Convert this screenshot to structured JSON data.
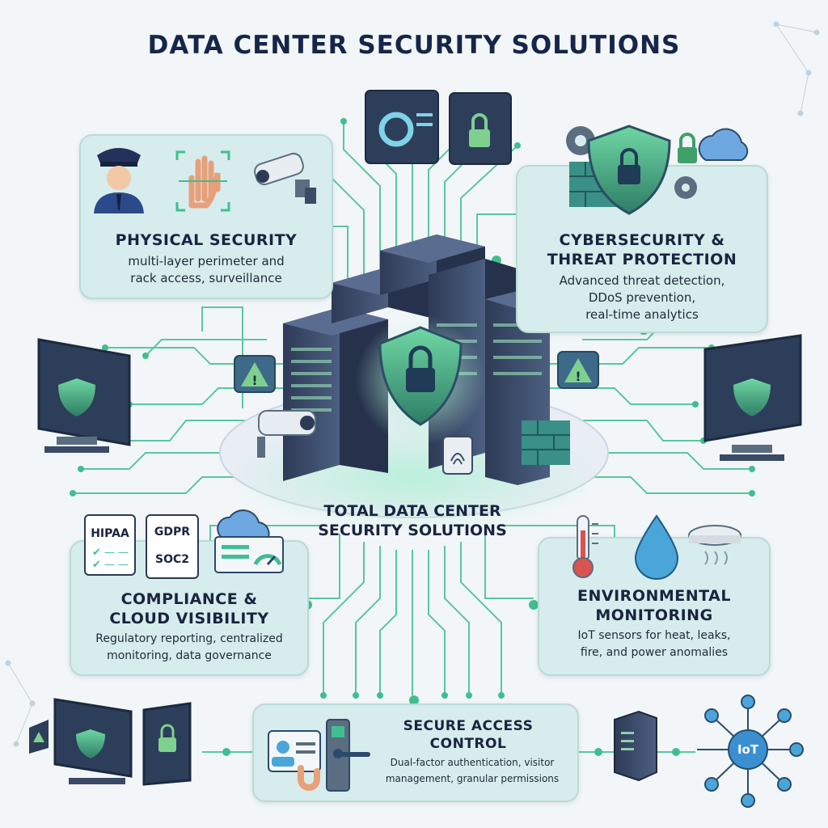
{
  "title": "DATA CENTER SECURITY SOLUTIONS",
  "center": {
    "line1": "TOTAL DATA CENTER",
    "line2": "SECURITY SOLUTIONS"
  },
  "physical": {
    "title": "PHYSICAL SECURITY",
    "desc1": "multi-layer perimeter and",
    "desc2": "rack access, surveillance"
  },
  "cyber": {
    "title1": "CYBERSECURITY &",
    "title2": "THREAT PROTECTION",
    "desc1": "Advanced threat detection,",
    "desc2": "DDoS prevention,",
    "desc3": "real-time analytics"
  },
  "compliance": {
    "title1": "COMPLIANCE &",
    "title2": "CLOUD VISIBILITY",
    "desc1": "Regulatory reporting, centralized",
    "desc2": "monitoring, data governance",
    "badges": [
      "HIPAA",
      "GDPR",
      "SOC2"
    ]
  },
  "environmental": {
    "title1": "ENVIRONMENTAL",
    "title2": "MONITORING",
    "desc1": "IoT sensors for heat, leaks,",
    "desc2": "fire, and power anomalies"
  },
  "access": {
    "title1": "SECURE ACCESS",
    "title2": "CONTROL",
    "desc1": "Dual-factor authentication, visitor",
    "desc2": "management, granular permissions"
  },
  "iot_label": "IoT",
  "colors": {
    "circuit": "#3fbf8f",
    "panel_bg": "#d7ecec",
    "title_text": "#16254a",
    "server": "#3b4a66",
    "shield": "#3fa06a"
  },
  "icons": [
    "security-guard-icon",
    "hand-scan-icon",
    "cctv-camera-icon",
    "gear-icon",
    "shield-lock-icon",
    "padlock-icon",
    "cloud-icon",
    "firewall-icon",
    "warning-icon",
    "monitor-shield-icon",
    "checklist-icon",
    "dashboard-icon",
    "thermometer-icon",
    "water-drop-icon",
    "smoke-detector-icon",
    "keycard-reader-icon",
    "door-lock-icon",
    "server-icon",
    "iot-hub-icon",
    "fingerprint-icon"
  ]
}
